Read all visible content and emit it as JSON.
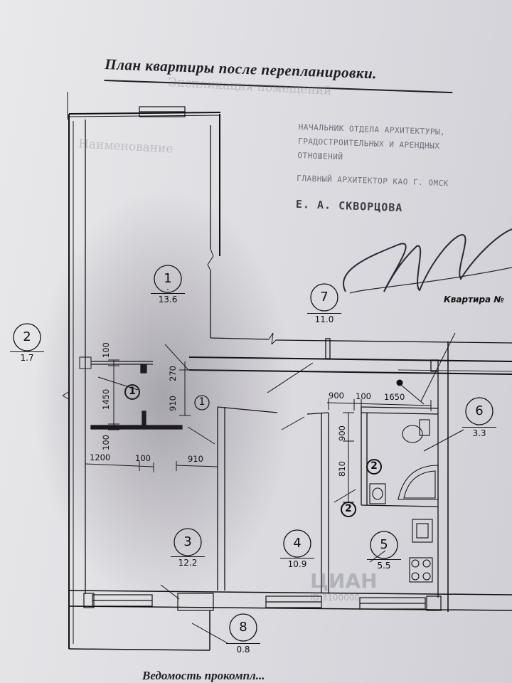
{
  "title": "План квартиры после перепланировки.",
  "stamp": {
    "line1": "НАЧАЛЬНИК ОТДЕЛА АРХИТЕКТУРЫ,",
    "line2": "ГРАДОСТРОИТЕЛЬНЫХ И АРЕНДНЫХ",
    "line3": "ОТНОШЕНИЙ",
    "line4": "ГЛАВНЫЙ АРХИТЕКТОР КАО Г. ОМСК",
    "name": "Е. А. СКВОРЦОВА"
  },
  "ghost_text": {
    "line1": "Экспликация помещений",
    "line2": "Наименование"
  },
  "apartment_label": "Квартира №",
  "rooms": [
    {
      "num": "1",
      "area": "13.6"
    },
    {
      "num": "2",
      "area": "1.7"
    },
    {
      "num": "3",
      "area": "12.2"
    },
    {
      "num": "4",
      "area": "10.9"
    },
    {
      "num": "5",
      "area": "5.5"
    },
    {
      "num": "6",
      "area": "3.3"
    },
    {
      "num": "7",
      "area": "11.0"
    },
    {
      "num": "8",
      "area": "0.8"
    }
  ],
  "markers": {
    "m1a": "1",
    "m1b": "1",
    "m2a": "2",
    "m2b": "2"
  },
  "dims": {
    "d100a": "100",
    "d1450": "1450",
    "d100b": "100",
    "d270": "270",
    "d910v": "910",
    "d1200": "1200",
    "d100c": "100",
    "d910h": "910",
    "d900a": "900",
    "d100d": "100",
    "d1650": "1650",
    "d900b": "900",
    "d810": "810"
  },
  "watermark": "ЦИАН",
  "watermark_sub": "ID 3100000",
  "bottom_text": "Ведомость прокомпл..."
}
